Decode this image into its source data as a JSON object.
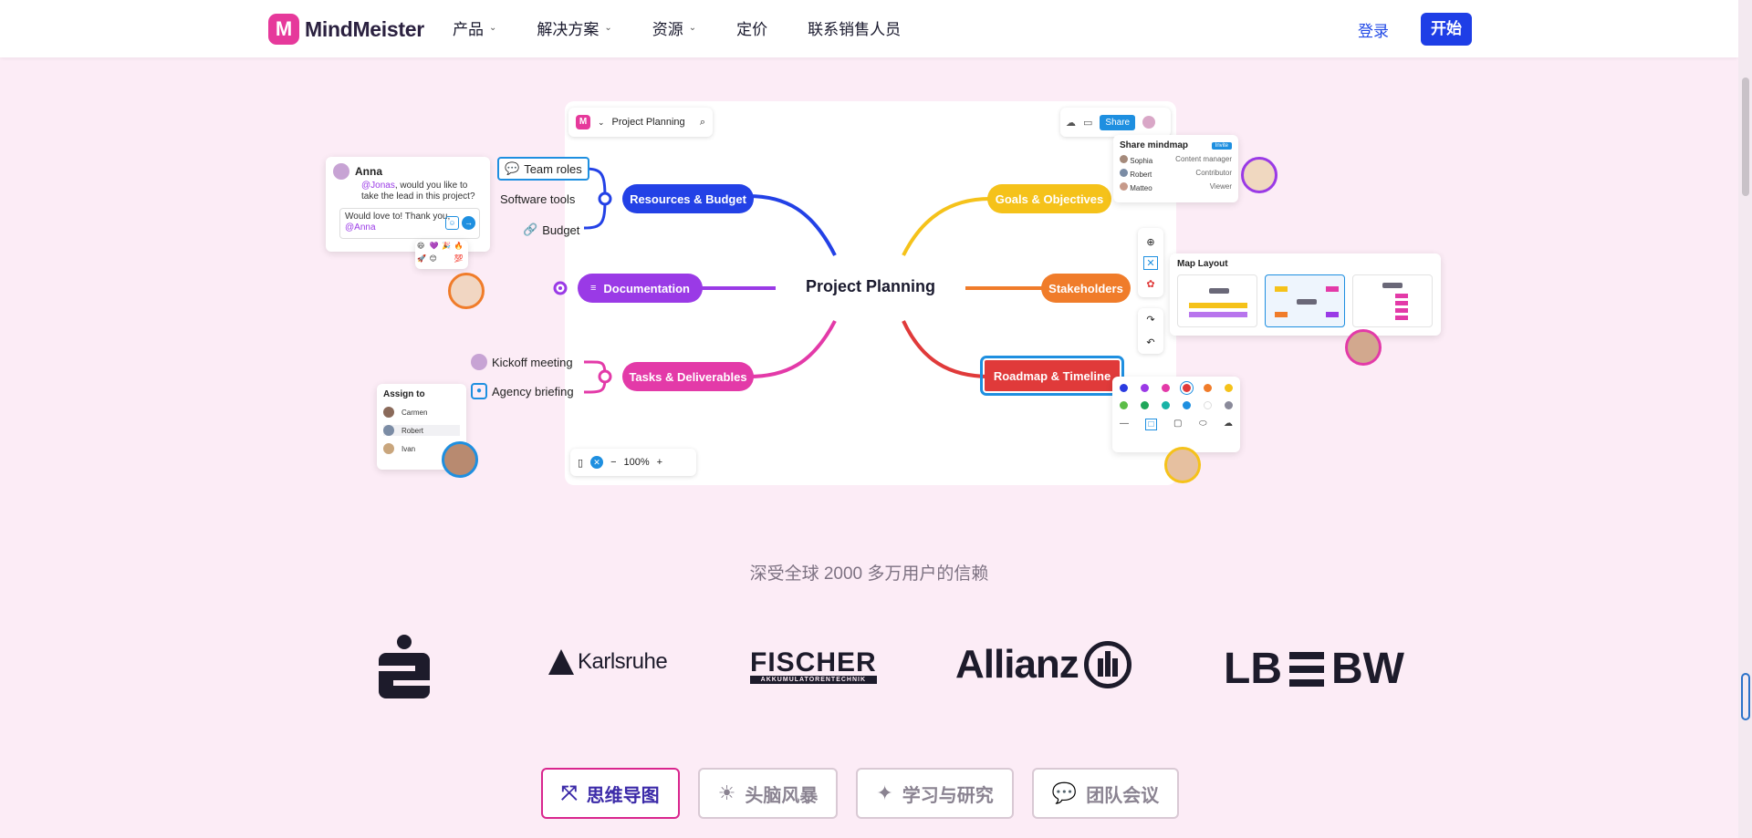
{
  "header": {
    "brand": "MindMeister",
    "nav": [
      {
        "label": "产品",
        "dropdown": true
      },
      {
        "label": "解决方案",
        "dropdown": true
      },
      {
        "label": "资源",
        "dropdown": true
      },
      {
        "label": "定价",
        "dropdown": false
      },
      {
        "label": "联系销售人员",
        "dropdown": false
      }
    ],
    "login": "登录",
    "start": "开始"
  },
  "mindmap": {
    "toolbar_title": "Project Planning",
    "share_label": "Share",
    "center": "Project Planning",
    "nodes": {
      "resources": "Resources & Budget",
      "documentation": "Documentation",
      "tasks": "Tasks & Deliverables",
      "goals": "Goals & Objectives",
      "stakeholders": "Stakeholders",
      "roadmap": "Roadmap & Timeline"
    },
    "leaves": {
      "team_roles": "Team roles",
      "software_tools": "Software tools",
      "budget": "Budget",
      "kickoff": "Kickoff meeting",
      "agency": "Agency briefing"
    },
    "zoom": "100%",
    "zoom_minus": "−",
    "zoom_plus": "+"
  },
  "comment": {
    "author": "Anna",
    "mention": "@Jonas",
    "text": ", would you like to take the lead in this project?",
    "reply_prefix": "Would love to! Thank you, ",
    "reply_mention": "@Anna",
    "emojis": [
      "😄",
      "💜",
      "🎉",
      "🔥",
      "🚀",
      "😊",
      "💯"
    ]
  },
  "share_panel": {
    "title": "Share mindmap",
    "invite": "Invite",
    "people": [
      {
        "name": "Sophia",
        "role": "Content manager"
      },
      {
        "name": "Robert",
        "role": "Contributor"
      },
      {
        "name": "Matteo",
        "role": "Viewer"
      }
    ]
  },
  "assign_panel": {
    "title": "Assign to",
    "people": [
      "Carmen",
      "Robert",
      "Ivan"
    ]
  },
  "layout_panel": {
    "title": "Map Layout"
  },
  "colors": {
    "palette_row1": [
      "#2a3be0",
      "#9b3ae6",
      "#e33aa8",
      "#e03a3a",
      "#f07c2a",
      "#f5c21a"
    ],
    "palette_row2": [
      "#5bbd47",
      "#1fa65a",
      "#19b3a6",
      "#1e8fe0",
      "#ffffff",
      "#8a8a9a"
    ],
    "resources": "#2341e6",
    "documentation": "#9a3ae6",
    "tasks": "#e33aa8",
    "goals": "#f5c21a",
    "stakeholders": "#f07c2a",
    "roadmap": "#e03a3a"
  },
  "trust": {
    "text": "深受全球 2000 多万用户的信赖",
    "brands": [
      "Karlsruhe",
      "FISCHER",
      "AKKUMULATORENTECHNIK",
      "Allianz",
      "LB",
      "BW"
    ]
  },
  "tabs": [
    {
      "label": "思维导图",
      "icon": "mindmap-icon",
      "active": true
    },
    {
      "label": "头脑风暴",
      "icon": "lightbulb-icon",
      "active": false
    },
    {
      "label": "学习与研究",
      "icon": "sparkle-icon",
      "active": false
    },
    {
      "label": "团队会议",
      "icon": "chat-icon",
      "active": false
    }
  ]
}
